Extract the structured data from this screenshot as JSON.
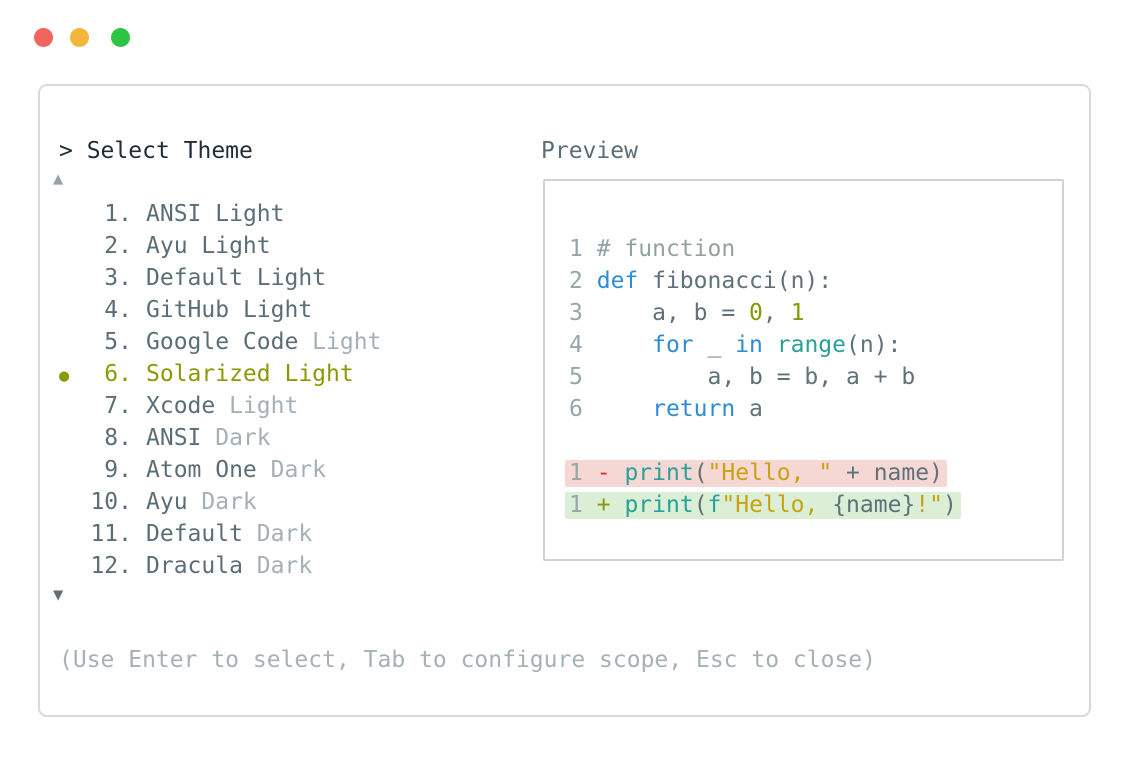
{
  "window": {
    "controls": [
      {
        "name": "close",
        "color": "#f2655e"
      },
      {
        "name": "minimize",
        "color": "#f2b63d"
      },
      {
        "name": "zoom",
        "color": "#2dc343"
      }
    ]
  },
  "header": {
    "prompt": "> ",
    "title": "Select Theme",
    "preview_label": "Preview"
  },
  "list": {
    "scroll_up_icon": "▲",
    "scroll_down_icon": "▼",
    "selected_marker": "●",
    "items": [
      {
        "number": "1.",
        "name": "ANSI",
        "variant": "Light",
        "variant_muted": false,
        "selected": false
      },
      {
        "number": "2.",
        "name": "Ayu",
        "variant": "Light",
        "variant_muted": false,
        "selected": false
      },
      {
        "number": "3.",
        "name": "Default",
        "variant": "Light",
        "variant_muted": false,
        "selected": false
      },
      {
        "number": "4.",
        "name": "GitHub",
        "variant": "Light",
        "variant_muted": false,
        "selected": false
      },
      {
        "number": "5.",
        "name": "Google Code",
        "variant": "Light",
        "variant_muted": true,
        "selected": false
      },
      {
        "number": "6.",
        "name": "Solarized",
        "variant": "Light",
        "variant_muted": false,
        "selected": true
      },
      {
        "number": "7.",
        "name": "Xcode",
        "variant": "Light",
        "variant_muted": true,
        "selected": false
      },
      {
        "number": "8.",
        "name": "ANSI",
        "variant": "Dark",
        "variant_muted": true,
        "selected": false
      },
      {
        "number": "9.",
        "name": "Atom One",
        "variant": "Dark",
        "variant_muted": true,
        "selected": false
      },
      {
        "number": "10.",
        "name": "Ayu",
        "variant": "Dark",
        "variant_muted": true,
        "selected": false
      },
      {
        "number": "11.",
        "name": "Default",
        "variant": "Dark",
        "variant_muted": true,
        "selected": false
      },
      {
        "number": "12.",
        "name": "Dracula",
        "variant": "Dark",
        "variant_muted": true,
        "selected": false
      }
    ]
  },
  "preview": {
    "code_lines": [
      [
        [
          "ln",
          "1"
        ],
        [
          "base",
          " "
        ],
        [
          "com",
          "# function"
        ]
      ],
      [
        [
          "ln",
          "2"
        ],
        [
          "base",
          " "
        ],
        [
          "kw",
          "def"
        ],
        [
          "base",
          " fibonacci(n):"
        ]
      ],
      [
        [
          "ln",
          "3"
        ],
        [
          "base",
          "     a, b = "
        ],
        [
          "num",
          "0"
        ],
        [
          "base",
          ", "
        ],
        [
          "num",
          "1"
        ]
      ],
      [
        [
          "ln",
          "4"
        ],
        [
          "base",
          "     "
        ],
        [
          "kw",
          "for"
        ],
        [
          "base",
          " _ "
        ],
        [
          "kw",
          "in"
        ],
        [
          "base",
          " "
        ],
        [
          "fn",
          "range"
        ],
        [
          "base",
          "(n):"
        ]
      ],
      [
        [
          "ln",
          "5"
        ],
        [
          "base",
          "         a, b = b, a + b"
        ]
      ],
      [
        [
          "ln",
          "6"
        ],
        [
          "base",
          "     "
        ],
        [
          "kw",
          "return"
        ],
        [
          "base",
          " a"
        ]
      ]
    ],
    "diff_lines": [
      {
        "bg": "removed",
        "tokens": [
          [
            "ln",
            "1"
          ],
          [
            "base",
            " "
          ],
          [
            "minus",
            "-"
          ],
          [
            "base",
            " "
          ],
          [
            "fn",
            "print"
          ],
          [
            "base",
            "("
          ],
          [
            "str",
            "\"Hello, \""
          ],
          [
            "base",
            " + name)"
          ]
        ]
      },
      {
        "bg": "added",
        "tokens": [
          [
            "ln",
            "1"
          ],
          [
            "base",
            " "
          ],
          [
            "plus",
            "+"
          ],
          [
            "base",
            " "
          ],
          [
            "fn",
            "print"
          ],
          [
            "base",
            "("
          ],
          [
            "fn",
            "f"
          ],
          [
            "str",
            "\"Hello, "
          ],
          [
            "base",
            "{name}"
          ],
          [
            "str",
            "!\""
          ],
          [
            "base",
            ")"
          ]
        ]
      }
    ]
  },
  "footer": {
    "hint": "(Use Enter to select, Tab to configure scope, Esc to close)"
  },
  "colors": {
    "list_text": "#5b6e78",
    "list_muted": "#a4b0b6",
    "selected": "#8a9a06",
    "title": "#1e2d35",
    "keyword": "#2e8cd8",
    "function": "#2aa198",
    "string": "#c9a212",
    "number": "#859900",
    "comment": "#93a1a1",
    "diff_removed_bg": "#f5d8d4",
    "diff_added_bg": "#daefd6",
    "diff_minus": "#dc322f",
    "diff_plus": "#859900"
  }
}
